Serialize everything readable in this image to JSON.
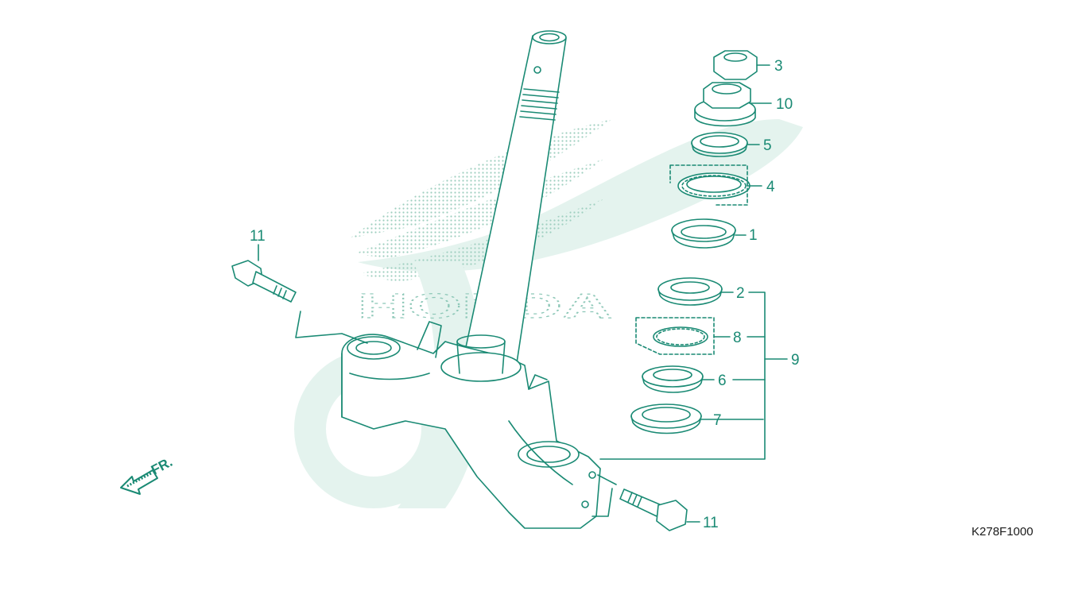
{
  "diagram_code": "K278F1000",
  "direction_label": "FR.",
  "watermark_text": "HONDA",
  "accent_color": "#1a8a74",
  "watermark_color": "#dff0ea",
  "callouts": {
    "p1": "1",
    "p2": "2",
    "p3": "3",
    "p4": "4",
    "p5": "5",
    "p6": "6",
    "p7": "7",
    "p8": "8",
    "p9": "9",
    "p10": "10",
    "p11_left": "11",
    "p11_right": "11"
  }
}
